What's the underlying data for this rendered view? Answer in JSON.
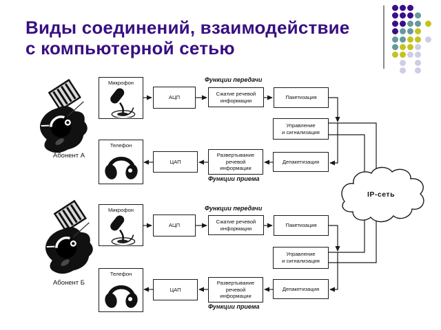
{
  "slide": {
    "title_line1": "Виды соединений, взаимодействие",
    "title_line2": "с компьютерной сетью",
    "title_color": "#380f82"
  },
  "decoration": {
    "palette": {
      "purple": "#3a0d8a",
      "teal": "#66999b",
      "yellow": "#c3c31e",
      "lavender": "#cdcde6"
    },
    "pattern": [
      [
        "purple",
        "purple",
        "purple",
        "",
        ""
      ],
      [
        "purple",
        "purple",
        "purple",
        "teal",
        ""
      ],
      [
        "purple",
        "purple",
        "teal",
        "teal",
        "yellow"
      ],
      [
        "purple",
        "teal",
        "teal",
        "yellow",
        ""
      ],
      [
        "teal",
        "teal",
        "yellow",
        "yellow",
        "lavender"
      ],
      [
        "teal",
        "yellow",
        "yellow",
        "lavender",
        ""
      ],
      [
        "yellow",
        "yellow",
        "lavender",
        "lavender",
        ""
      ],
      [
        "",
        "lavender",
        "",
        "lavender",
        ""
      ],
      [
        "",
        "lavender",
        "",
        "lavender",
        ""
      ]
    ]
  },
  "diagram": {
    "subscribers": {
      "a": "Абонент А",
      "b": "Абонент Б"
    },
    "boxes": {
      "microphone": "Микрофон",
      "telephone": "Телефон",
      "adc": "АЦП",
      "dac": "ЦАП",
      "compression": "Сжатие речевой\nинформации",
      "decompression": "Развертывание\nречевой\nинформации",
      "packetization": "Пакетизация",
      "depacketization": "Депакетизация",
      "control": "Управление\nи сигнализация"
    },
    "labels": {
      "transmit": "Функции передачи",
      "receive": "Функции приема",
      "network": "IP-сеть"
    }
  }
}
